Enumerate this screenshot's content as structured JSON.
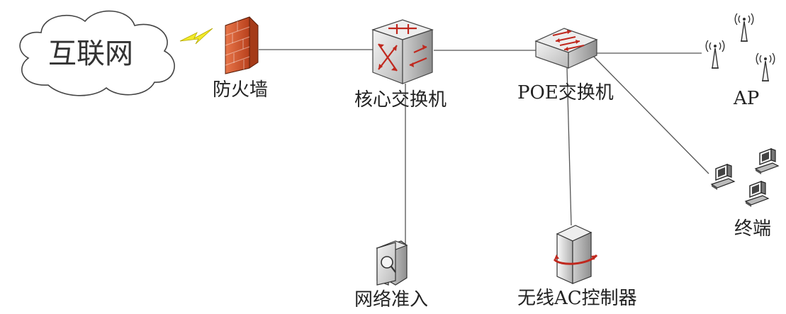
{
  "labels": {
    "internet": "互联网",
    "firewall": "防火墙",
    "core_switch": "核心交换机",
    "poe_switch": "POE交换机",
    "ap": "AP",
    "terminal": "终端",
    "nac": "网络准入",
    "ac_controller": "无线AC控制器"
  },
  "colors": {
    "firewall": "#d9532b",
    "lightning": "#f2ea2a",
    "switch_arrow": "#c0281e",
    "line": "#555555"
  },
  "icons": [
    "cloud-icon",
    "lightning-icon",
    "firewall-icon",
    "core-switch-icon",
    "poe-switch-icon",
    "ap-antenna-icon",
    "computer-icon",
    "nac-device-icon",
    "ac-controller-icon"
  ]
}
